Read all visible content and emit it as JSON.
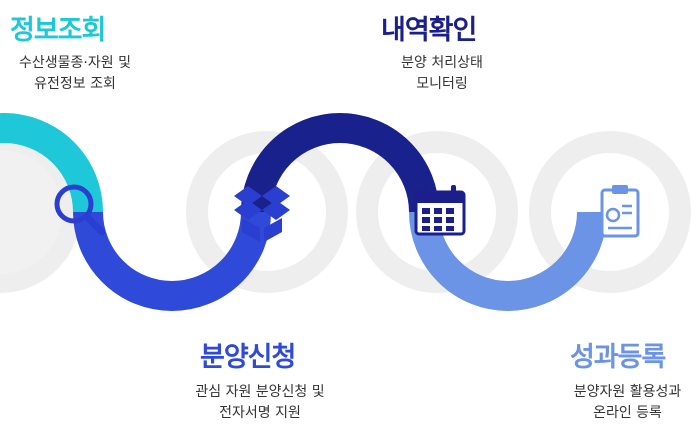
{
  "steps": [
    {
      "title": "정보조회",
      "desc_line1": "수산생물종·자원 및",
      "desc_line2": "유전정보 조회",
      "icon": "search-icon",
      "color": "#1ec8d8"
    },
    {
      "title": "분양신청",
      "desc_line1": "관심 자원 분양신청 및",
      "desc_line2": "전자서명 지원",
      "icon": "box-icon",
      "color": "#2f49d8"
    },
    {
      "title": "내역확인",
      "desc_line1": "분양 처리상태",
      "desc_line2": "모니터링",
      "icon": "calendar-icon",
      "color": "#1a1f8c"
    },
    {
      "title": "성과등록",
      "desc_line1": "분양자원 활용성과",
      "desc_line2": "온라인 등록",
      "icon": "clipboard-icon",
      "color": "#6b93e6"
    }
  ],
  "colors": {
    "ring_bg": "#eeeeee",
    "icon_color": "#2a3fd0"
  }
}
